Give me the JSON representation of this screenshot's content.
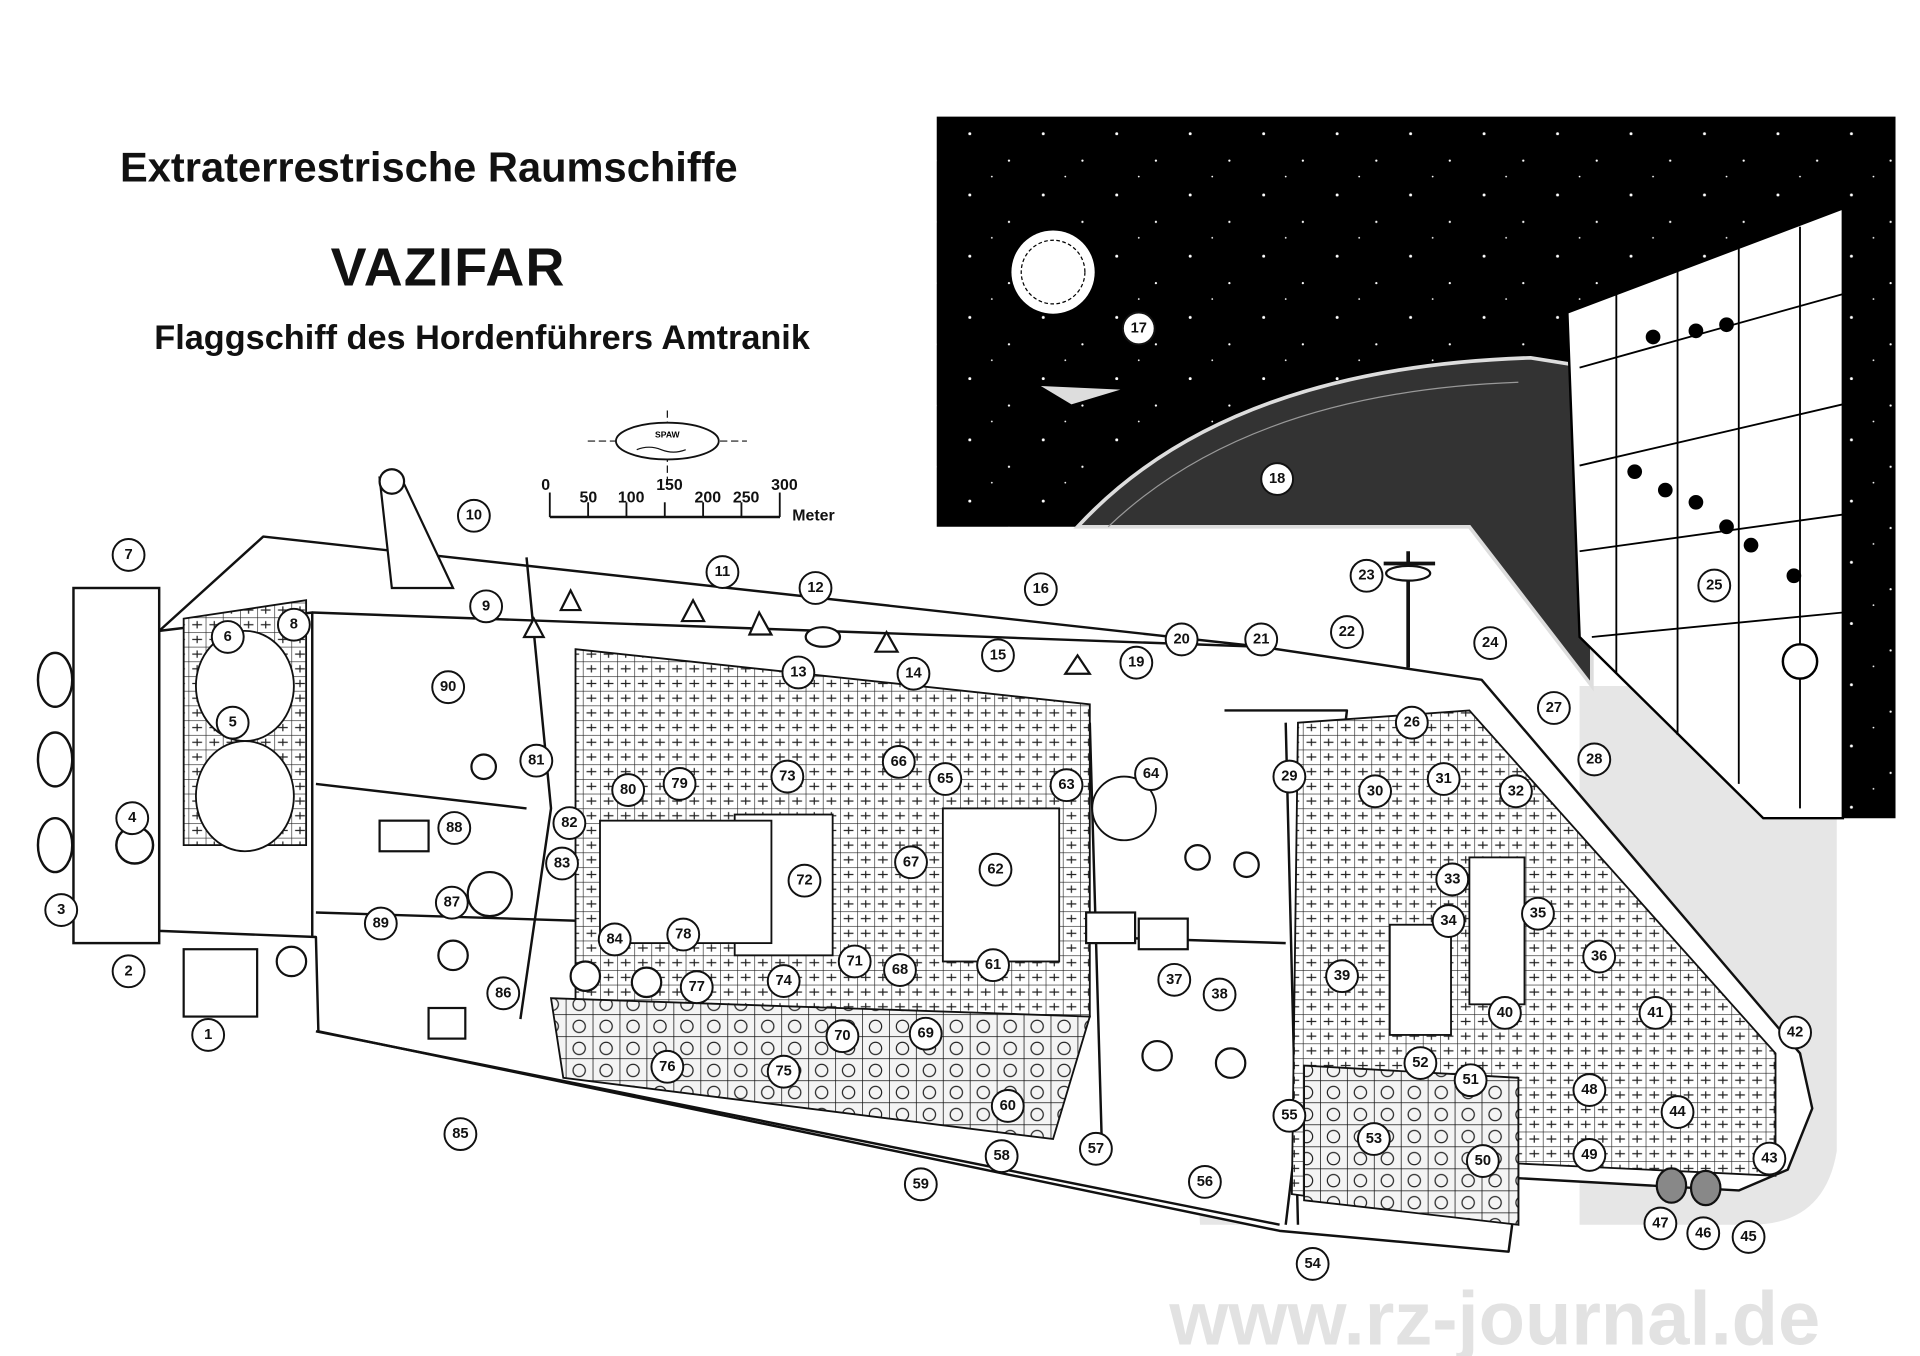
{
  "header": {
    "series_title": "Extraterrestrische Raumschiffe",
    "ship_name": "VAZIFAR",
    "subtitle": "Flaggschiff des Hordenführers Amtranik"
  },
  "scale_bar": {
    "ticks": [
      "0",
      "50",
      "100",
      "150",
      "200",
      "250",
      "300"
    ],
    "unit": "Meter"
  },
  "logo": {
    "text": "SPAW"
  },
  "watermark": "www.rz-journal.de",
  "callouts": [
    "1",
    "2",
    "3",
    "4",
    "5",
    "6",
    "7",
    "8",
    "9",
    "10",
    "11",
    "12",
    "13",
    "14",
    "15",
    "16",
    "17",
    "18",
    "19",
    "20",
    "21",
    "22",
    "23",
    "24",
    "25",
    "26",
    "27",
    "28",
    "29",
    "30",
    "31",
    "32",
    "33",
    "34",
    "35",
    "36",
    "37",
    "38",
    "39",
    "40",
    "41",
    "42",
    "43",
    "44",
    "45",
    "46",
    "47",
    "48",
    "49",
    "50",
    "51",
    "52",
    "53",
    "54",
    "55",
    "56",
    "57",
    "58",
    "59",
    "60",
    "61",
    "62",
    "63",
    "64",
    "65",
    "66",
    "67",
    "68",
    "69",
    "70",
    "71",
    "72",
    "73",
    "74",
    "75",
    "76",
    "77",
    "78",
    "79",
    "80",
    "81",
    "82",
    "83",
    "84",
    "85",
    "86",
    "87",
    "88",
    "89",
    "90"
  ]
}
